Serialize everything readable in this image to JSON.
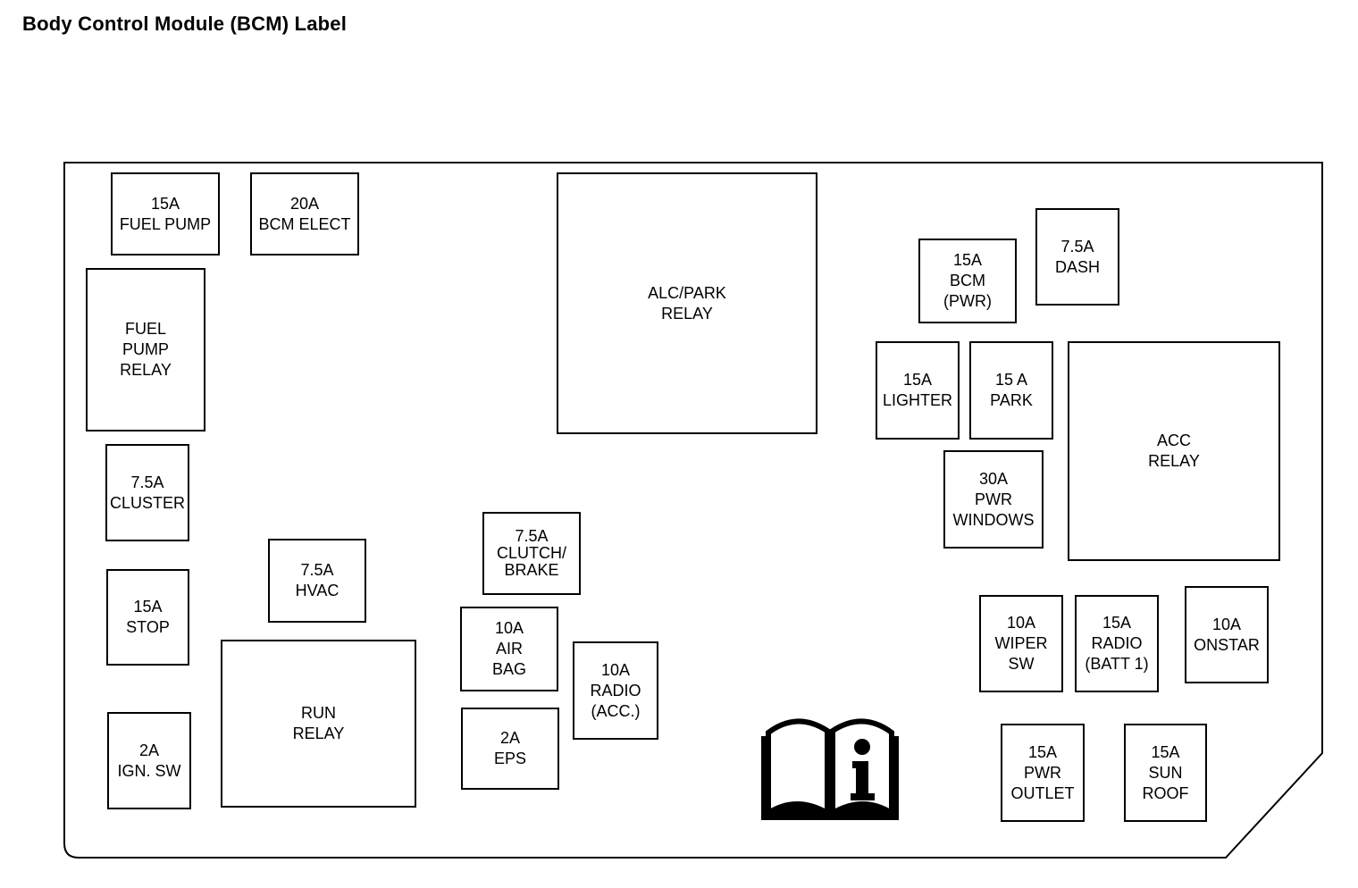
{
  "title": "Body Control Module (BCM) Label",
  "icons": {
    "manual": "owner-manual-info-icon"
  },
  "components": {
    "fuse_fuel_pump": [
      "15A",
      "FUEL PUMP"
    ],
    "fuse_bcm_elect": [
      "20A",
      "BCM ELECT"
    ],
    "relay_fuel_pump": [
      "FUEL",
      "PUMP",
      "RELAY"
    ],
    "fuse_cluster": [
      "7.5A",
      "CLUSTER"
    ],
    "fuse_stop": [
      "15A",
      "STOP"
    ],
    "fuse_ign_sw": [
      "2A",
      "IGN. SW"
    ],
    "fuse_hvac": [
      "7.5A",
      "HVAC"
    ],
    "relay_run": [
      "RUN",
      "RELAY"
    ],
    "fuse_clutch_brake": [
      "7.5A",
      "CLUTCH/",
      "BRAKE"
    ],
    "fuse_air_bag": [
      "10A",
      "AIR",
      "BAG"
    ],
    "fuse_eps": [
      "2A",
      "EPS"
    ],
    "fuse_radio_acc": [
      "10A",
      "RADIO",
      "(ACC.)"
    ],
    "relay_alc_park": [
      "ALC/PARK",
      "RELAY"
    ],
    "fuse_bcm_pwr": [
      "15A",
      "BCM",
      "(PWR)"
    ],
    "fuse_dash": [
      "7.5A",
      "DASH"
    ],
    "fuse_lighter": [
      "15A",
      "LIGHTER"
    ],
    "fuse_park": [
      "15 A",
      "PARK"
    ],
    "fuse_pwr_windows": [
      "30A",
      "PWR",
      "WINDOWS"
    ],
    "relay_acc": [
      "ACC",
      "RELAY"
    ],
    "fuse_wiper_sw": [
      "10A",
      "WIPER",
      "SW"
    ],
    "fuse_radio_batt1": [
      "15A",
      "RADIO",
      "(BATT 1)"
    ],
    "fuse_onstar": [
      "10A",
      "ONSTAR"
    ],
    "fuse_pwr_outlet": [
      "15A",
      "PWR",
      "OUTLET"
    ],
    "fuse_sun_roof": [
      "15A",
      "SUN",
      "ROOF"
    ]
  }
}
